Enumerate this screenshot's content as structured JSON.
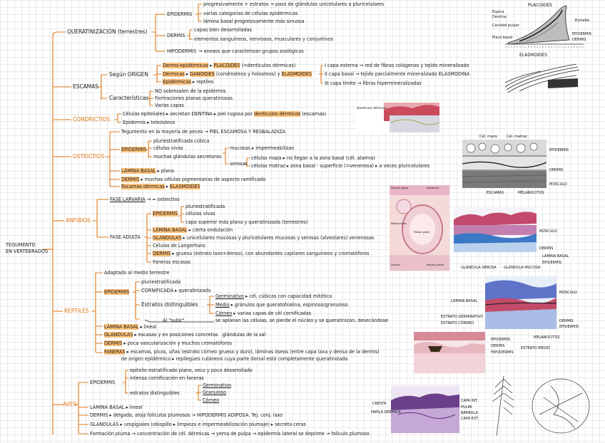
{
  "root": {
    "line1": "TEGUMENTO",
    "line2": "EN VERTEBRADOS"
  },
  "queratinizacion": {
    "title": "QUERATINIZACIÓN (terrestres)",
    "epidermis": "EPIDERMIS",
    "ep1": "progresivamente + estratos → paso de glándulas unicelulares a pluricelulares",
    "ep2": "varias categorías de células epidérmicas",
    "ep3": "lámina basal progresivamente más sinuosa",
    "dermis": "DERMIS",
    "de1": "capas bien desarrolladas",
    "de2": "elementos sanguíneos, nerviosos, musculares y conjuntivos",
    "hipodermis": "HIPODERMIS",
    "hi1": "→ anexos que caracterizan grupos zoológicos"
  },
  "escamas": {
    "title": "ESCAMAS",
    "segun": "Según ORIGEN",
    "o1a": "Dermo-epidérmicas",
    "o1b": "PLACOIDES",
    "o1c": "(=dentículos dérmicos)",
    "o2a": "Dérmicas",
    "o2b": "GANOIDES",
    "o2c": "(condrosteos y holosteos) y",
    "o2d": "ELASMOIDES",
    "o3a": "Epidérmicas",
    "o3b": "reptiles",
    "capas": [
      "I capa externa → red de fibras colágenas y tejido mineralizado",
      "II capa basal → tejido parcialmente mineralizado ELASMODINA",
      "III capa límite → fibras hipermineralizadas"
    ],
    "caract": "Características",
    "c1": "NO sobresalen de la epidermis",
    "c2": "Formaciones planas queratinosas",
    "c3": "Varias capas"
  },
  "condrictios": {
    "title": "CONDRICTIOS",
    "l1a": "Células epiteliales",
    "l1b": "secretan DENTINA",
    "l1c": "piel rugosa por",
    "l1d": "dentículos dérmicos",
    "l1e": "(escamas)",
    "l2a": "Epidermis",
    "l2b": "teleósteos"
  },
  "osteictios": {
    "title": "OSTEICTIOS",
    "a1": "Tegumento en la mayoría de peces",
    "a2": "PIEL ESCAMOSA Y RESBALADIZA",
    "epi": "EPIDERMIS",
    "e1": "pluriestratificada cúbica",
    "e2": "células vivas",
    "e3": "muchas glándulas secretoras",
    "muc": "mucosas",
    "muc2": "impermeabilizan",
    "ser": "serosas",
    "ser1": "células maza",
    "ser1b": "no llegan a la zona basal (cél. alarma)",
    "ser2": "células matraz",
    "ser2b": "zona basal - superficie (=venenosa)",
    "ser2c": "a veces pluricelulares",
    "lam": "LÁMINA BASAL",
    "lam2": "plana",
    "der": "DERMIS",
    "der2": "muchas células pigmentarias de aspecto ramificado",
    "esc": "Escamas dérmicas",
    "esc2": "ELASMOIDES"
  },
  "anfibios": {
    "title": "ANFIBIOS",
    "larv": "FASE LARVARIA",
    "larv2": "≈ osteictios",
    "adul": "FASE ADULTA",
    "epi": "EPIDERMIS",
    "e1": "pluriestratificada",
    "e2": "células vivas",
    "e3": "capa superior más plana y queratinizada (terrestres)",
    "lam": "LÁMINA BASAL",
    "lam2": "cierta ondulación",
    "gla": "GLÁNDULAS",
    "gla2": "unicelulares mucosas y pluricelulares mucosas y serosas (alveolares) venenosas",
    "lang": "Células de Langerhans",
    "der": "DERMIS",
    "der2": "gruesa (estrato laxo+denso), con abundantes capilares sanguíneos y cromatóforos",
    "fan": "Faneras escasas"
  },
  "reptiles": {
    "title": "REPTILES",
    "r0": "Adaptado al medio terrestre",
    "epi": "EPIDERMIS",
    "e1": "pluriestratificada",
    "e2": "CORNIFICADA",
    "e3": "queratinizada",
    "est": "Estratos distinguibles",
    "germ": "Germinativo",
    "germ2": "cél. cúbicas con capacidad mitótica",
    "med": "Medio",
    "med2": "gránulos que queratohialina, espinoso/granuloso",
    "cor": "Córneo",
    "cor2": "varias capas de cél cornificadas",
    "subir": "Al \"subir\"",
    "subir2": "se aplanan las células, se pierde el núcleo y se queratinizan, desecándose",
    "lam": "LÁMINA BASAL",
    "lam2": "lineal",
    "gla": "GLÁNDULAS",
    "gla2": "escasas y en posiciones concretas",
    "gla3": "glándulas de la sal",
    "der": "DERMIS",
    "der2": "poca vascularización y muchos cromatóforos",
    "fan": "FANERAS",
    "fan2": "escamas, picos, uñas (estrato córneo grueso y duro), láminas óseas (entre capa laxa y densa de la dermis)",
    "fan3": "de origen epidérmico",
    "fan4": "repliegues cutáneos cuya parte dorsal está completamente queratinizada"
  },
  "aves": {
    "title": "AVES",
    "epi": "EPIDERMIS",
    "e1": "epitelio estratificado plano, seco y poco desarrollado",
    "e2": "intensa cornificación en faneras",
    "est": "estratos distinguibles",
    "s1": "Germinativo",
    "s2": "Granuloso",
    "s3": "Córneo",
    "lam": "LÁMINA BASAL",
    "lam2": "lineal",
    "der": "DERMIS",
    "der2": "delgada, aloja folículos plumosos",
    "der3": "HIPODERMIS ADIPOSA. Tej. conj. laxo",
    "gla": "GLÁNDULAS",
    "gla2": "uropigiales (obispillo",
    "gla3": "limpieza e impermeabilización plumaje)",
    "gla4": "secreta ceras",
    "form": "Formación pluma",
    "form2": "concentración de cél. dérmicas",
    "form3": "yema de pulpa",
    "form4": "epidermis lateral se deprime",
    "form5": "folículo plumoso."
  },
  "figures": {
    "placoides": {
      "title": "PLACOIDES",
      "labels": [
        "Esmalte",
        "Dentina",
        "Cavidad pulpar",
        "Placa basal",
        "Espina",
        "EPIDERMIS",
        "DERMIS"
      ]
    },
    "elasmoides": {
      "title": "ELASMOIDES"
    },
    "condr_img": {
      "caption": "Dentículo dérmico"
    },
    "ost_img": {
      "labels": [
        "Cél. maza",
        "Cél. matraz",
        "EPIDERMIS",
        "DERMIS",
        "MÚSCULO",
        "ESCAMAS",
        "MELANOCITOS"
      ]
    },
    "anf1": {
      "labels": [
        "Mucous gland",
        "Epidermis",
        "Melanocytes",
        "Poison gland",
        "Dermis",
        "Mucous gland"
      ]
    },
    "anf2": {
      "labels": [
        "MÚSCULO",
        "DERMIS",
        "LÁMINA BASAL",
        "EPIDERMIS",
        "GLÁNDULA SEROSA",
        "GLÁNDULA MUCOSA"
      ]
    },
    "rep1": {
      "labels": [
        "MÚSCULO",
        "LÁMINA BASAL",
        "ESTRATO GERMINATIVO",
        "ESTRATO CÓRNEO",
        "DERMIS",
        "EPIDERMIS",
        "MELANOCITOS",
        "ESTRATO MEDIO"
      ]
    },
    "rep2": {
      "labels": [
        "EPIDERMIS",
        "DERMIS",
        "HIPODERMIS"
      ]
    },
    "ave1": {
      "labels": [
        "CRESTA",
        "PAPILA DÉRMICA",
        "CAPA INT.",
        "PULPA",
        "BÁRBULA",
        "CAPA EXT."
      ]
    }
  },
  "colors": {
    "accent": "#e07b1c",
    "highlight": "#ffc27a"
  }
}
